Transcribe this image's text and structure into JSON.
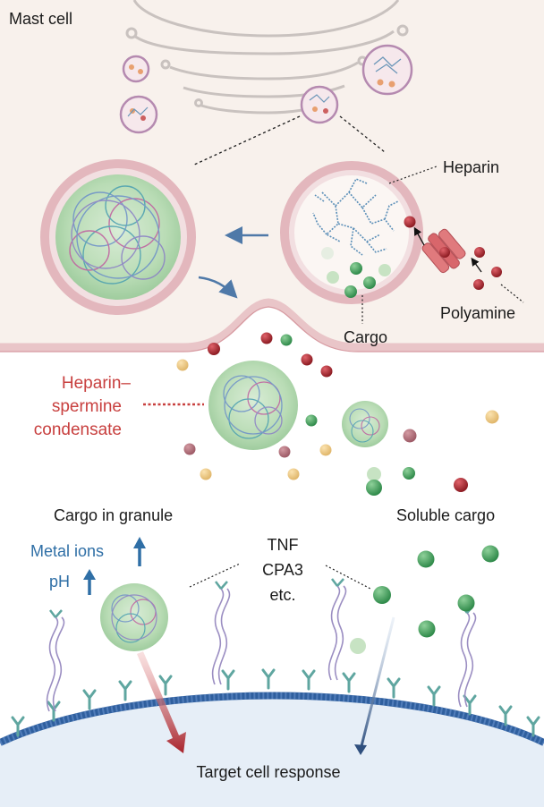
{
  "labels": {
    "mast_cell": "Mast cell",
    "heparin": "Heparin",
    "polyamine": "Polyamine",
    "cargo": "Cargo",
    "condensate_line1": "Heparin–",
    "condensate_line2": "spermine",
    "condensate_line3": "condensate",
    "cargo_in_granule": "Cargo in granule",
    "soluble_cargo": "Soluble cargo",
    "metal_ions": "Metal ions",
    "ph": "pH",
    "tnf": "TNF",
    "cpa3": "CPA3",
    "etc": "etc.",
    "target_response": "Target cell response"
  },
  "colors": {
    "cell_fill": "#f8f1ec",
    "membrane": "#e9c5c8",
    "membrane_edge": "#d79aa1",
    "cargo_green": "#3f9e5a",
    "cargo_light": "#b9dcb8",
    "polyamine_red": "#b3282f",
    "heparin_blue": "#5b8fb8",
    "accent_red": "#c8403f",
    "accent_blue": "#2f6fa6",
    "target_cell": "#e6eef7",
    "target_membrane": "#2f5f9e"
  }
}
